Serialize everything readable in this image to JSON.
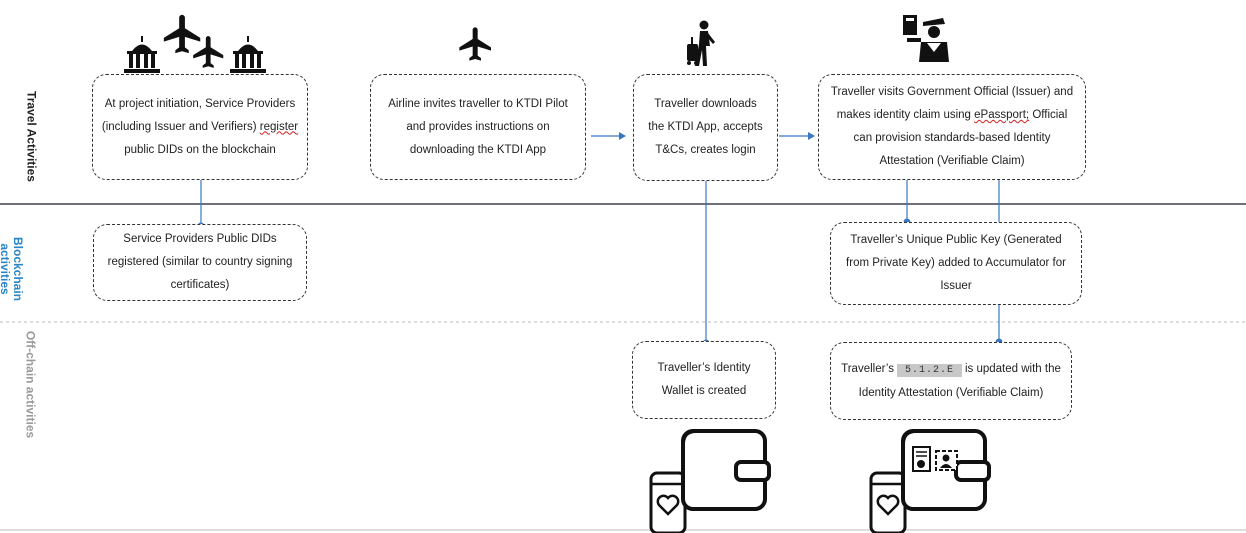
{
  "lanes": {
    "travel": "Travel Activities",
    "blockchain": "Blockchain activities",
    "offchain": "Off-chain activities"
  },
  "boxes": {
    "project_init": {
      "pre": "At project initiation, Service Providers (including Issuer and Verifiers) ",
      "squiggle": "register",
      "post": " public DIDs on the blockchain"
    },
    "airline": "Airline invites traveller to KTDI Pilot and provides instructions on downloading the KTDI App",
    "download": "Traveller downloads the KTDI App, accepts T&Cs, creates login",
    "gov_official": {
      "pre": "Traveller visits Government Official (Issuer) and makes identity claim using ",
      "squiggle": "ePassport;",
      "post": " Official can provision standards-based Identity Attestation (Verifiable Claim)"
    },
    "public_dids": "Service Providers Public DIDs registered (similar to country signing certificates)",
    "public_key": "Traveller’s Unique Public Key (Generated from Private Key) added to Accumulator for Issuer",
    "wallet_created": "Traveller’s Identity Wallet is created",
    "wallet_updated": {
      "pre": "Traveller’s",
      "redacted": "5.1.2.E",
      "post": "is updated with the Identity Attestation (Verifiable Claim)"
    }
  },
  "colors": {
    "accent_blue": "#3a78c2",
    "blockchain_label": "#2a86c7",
    "offchain_label": "#9a9a9a"
  },
  "icons": [
    "government-building-icon",
    "airplane-icon",
    "traveller-with-luggage-icon",
    "passport-control-officer-icon",
    "wallet-icon",
    "smartphone-heart-icon",
    "certificate-icon",
    "id-card-icon"
  ]
}
